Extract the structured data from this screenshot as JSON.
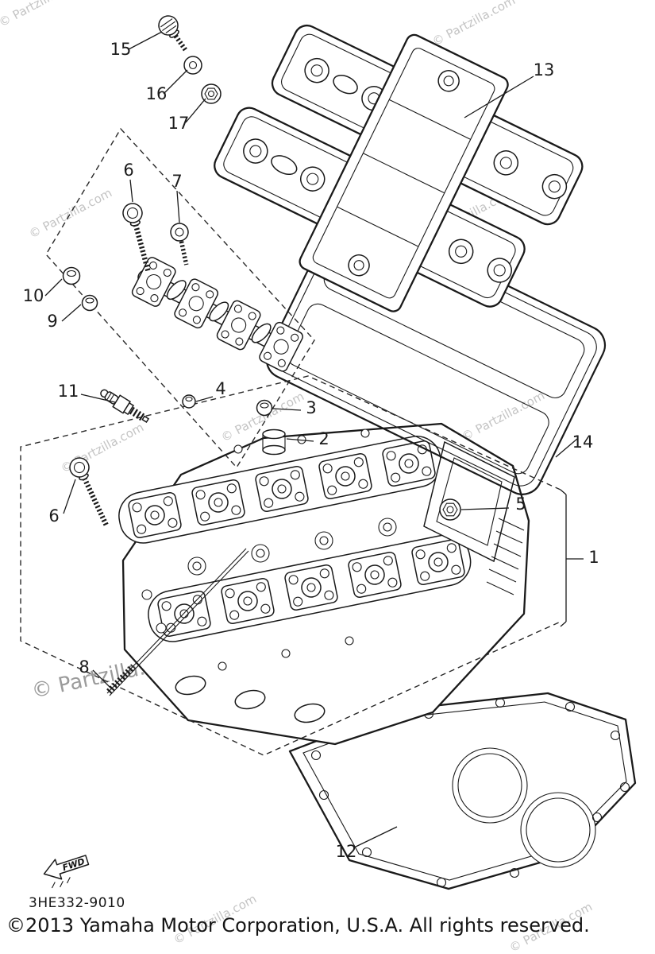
{
  "watermark": {
    "text": "© Partzilla.com"
  },
  "footer": {
    "part_code": "3HE332-9010",
    "copyright": "©2013  Yamaha Motor Corporation, U.S.A. All rights reserved."
  },
  "diagram": {
    "fwd_label": "FWD",
    "callouts": [
      {
        "label": "15"
      },
      {
        "label": "16"
      },
      {
        "label": "17"
      },
      {
        "label": "13"
      },
      {
        "label": "6"
      },
      {
        "label": "7"
      },
      {
        "label": "10"
      },
      {
        "label": "9"
      },
      {
        "label": "11"
      },
      {
        "label": "4"
      },
      {
        "label": "3"
      },
      {
        "label": "2"
      },
      {
        "label": "5"
      },
      {
        "label": "6"
      },
      {
        "label": "1"
      },
      {
        "label": "8"
      },
      {
        "label": "12"
      },
      {
        "label": "14"
      }
    ],
    "colors": {
      "line": "#1a1a1a",
      "watermark": "#bfbfbf"
    }
  }
}
